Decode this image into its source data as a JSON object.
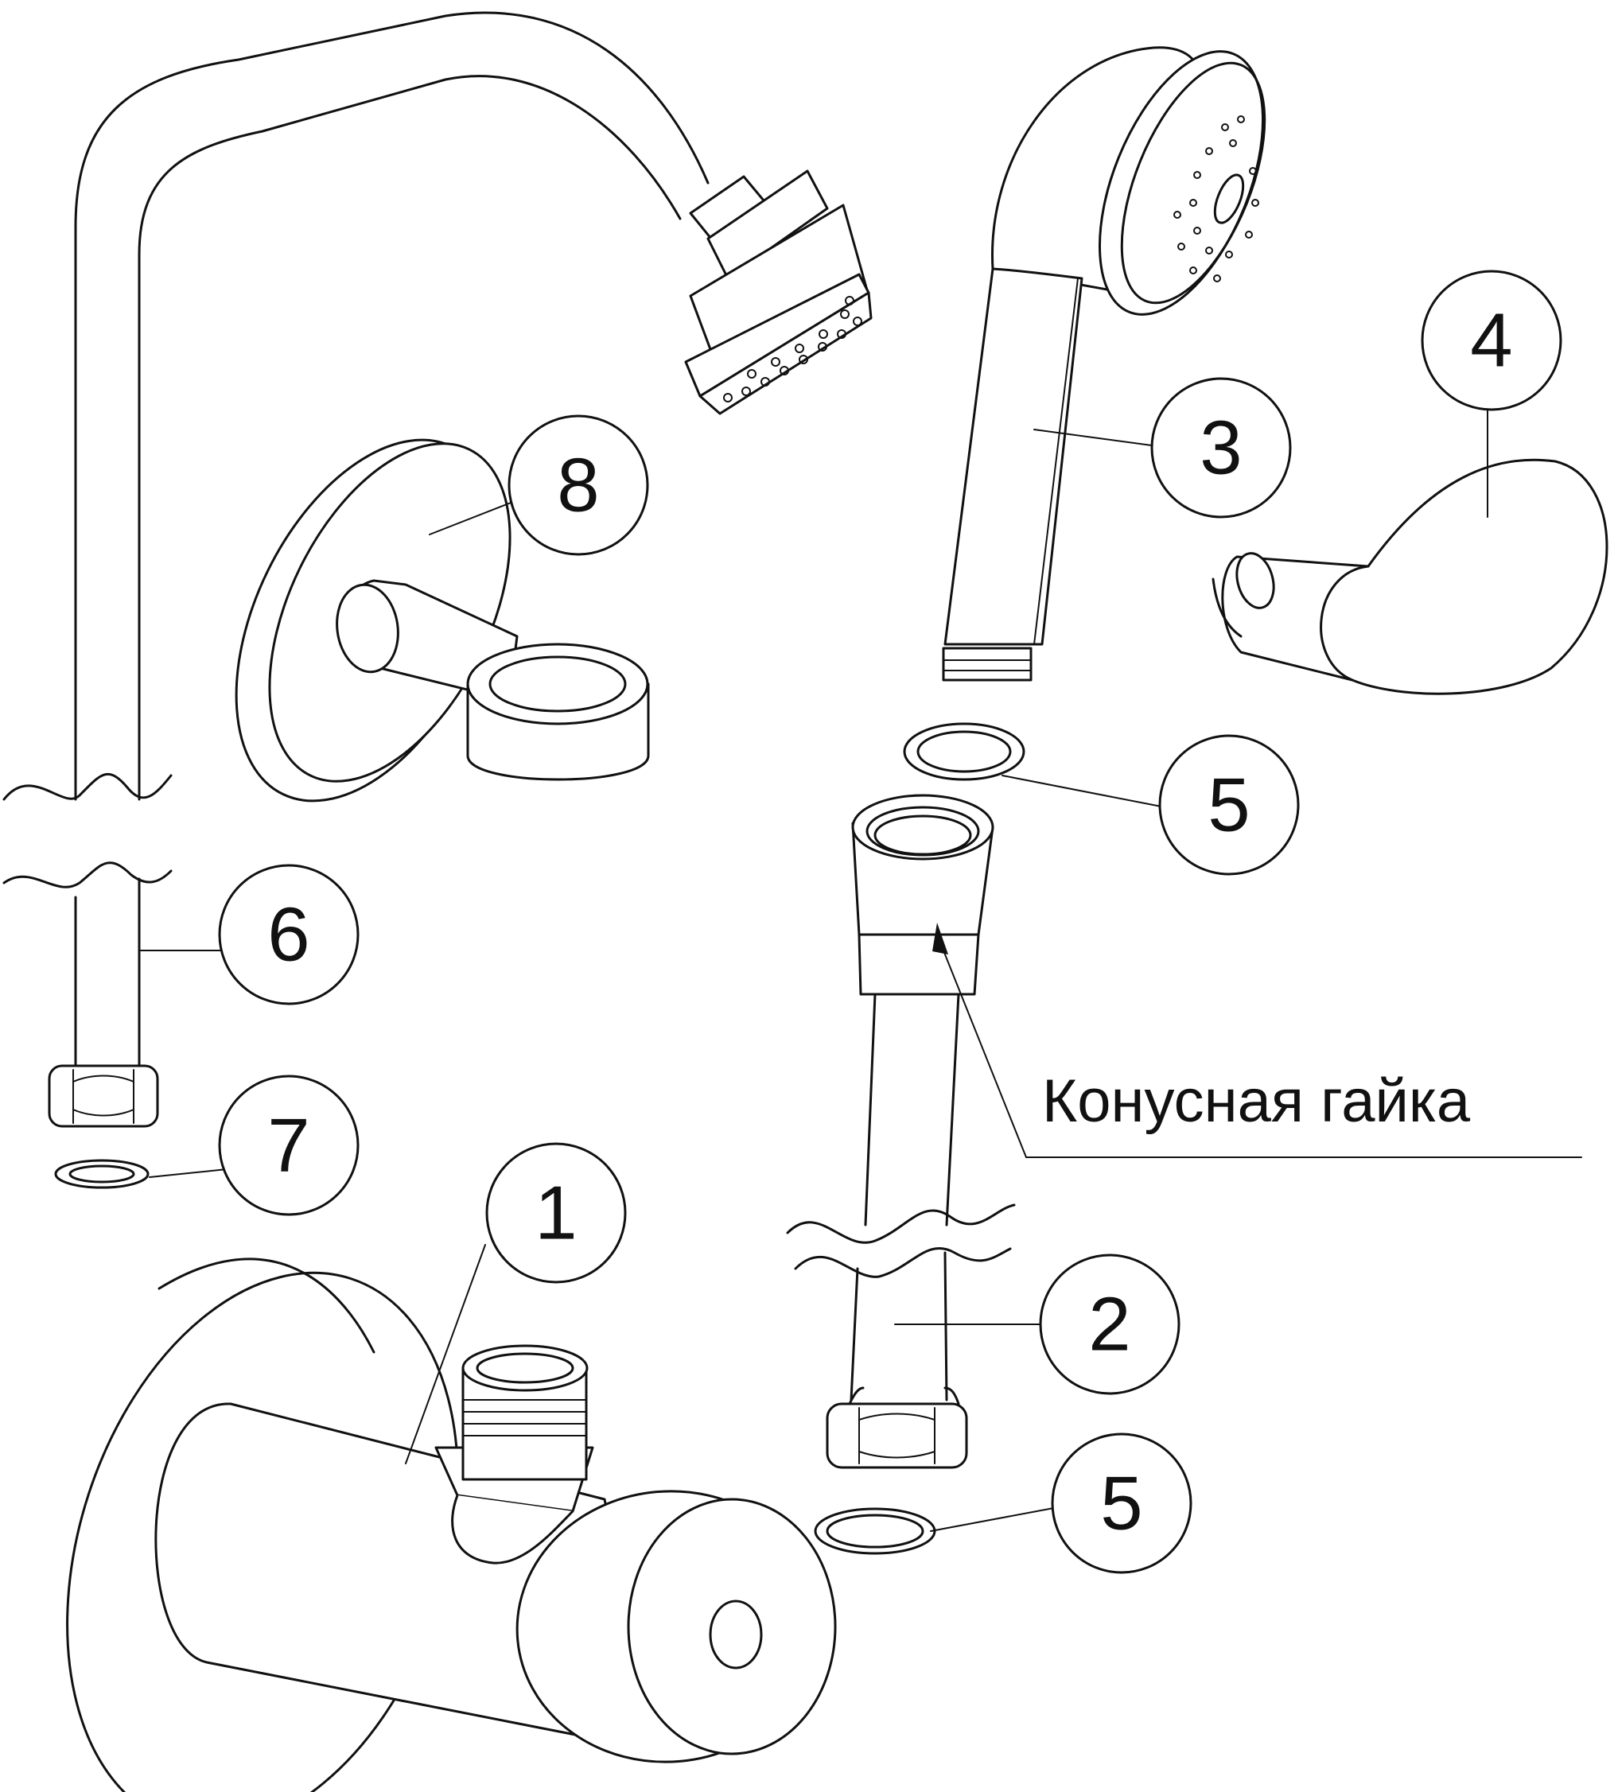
{
  "callouts": {
    "c1": "1",
    "c2": "2",
    "c3": "3",
    "c4": "4",
    "c5a": "5",
    "c5b": "5",
    "c6": "6",
    "c7": "7",
    "c8": "8"
  },
  "annotation": {
    "cone_nut": "Конусная гайка"
  },
  "colors": {
    "line": "#111111",
    "background": "#ffffff"
  }
}
